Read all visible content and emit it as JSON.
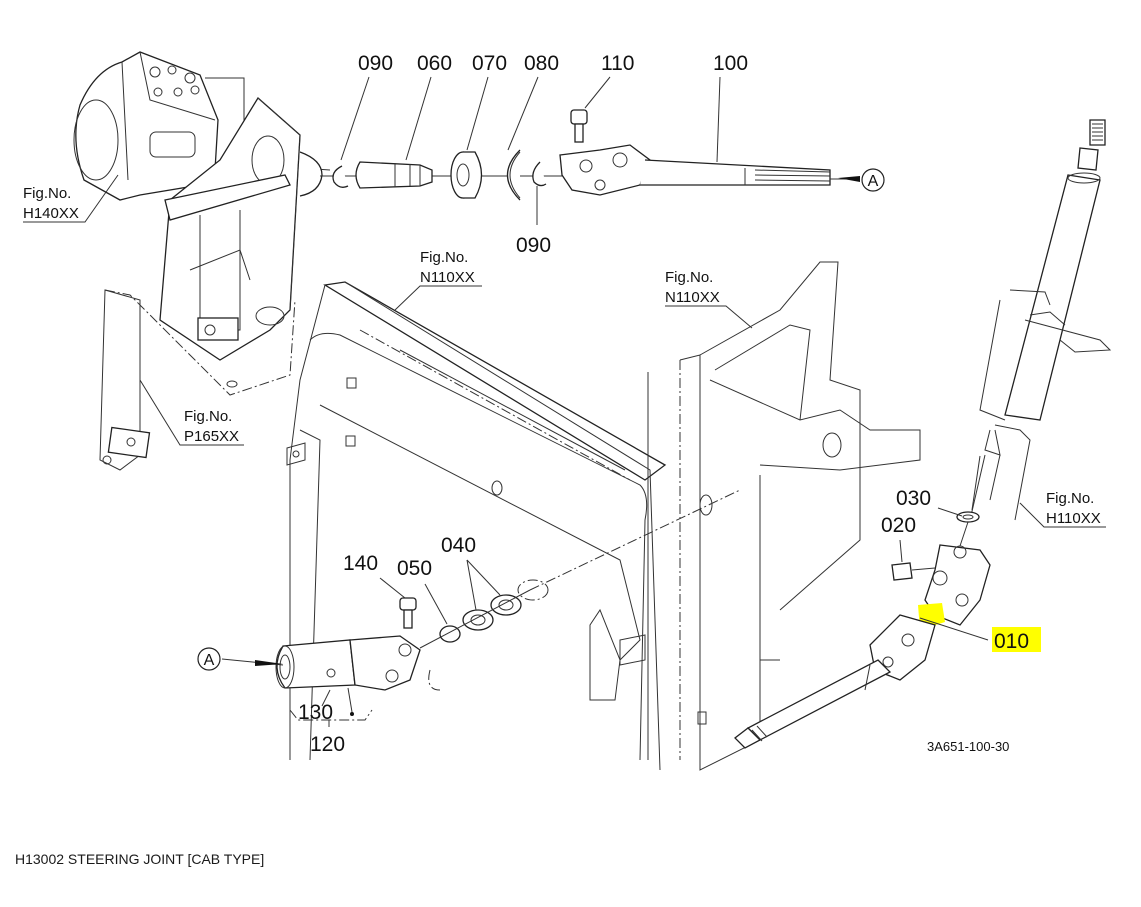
{
  "caption": "H13002 STEERING JOINT [CAB TYPE]",
  "drawing_number": "3A651-100-30",
  "highlight_color": "#ffff00",
  "part_labels": {
    "p090_top": "090",
    "p060": "060",
    "p070": "070",
    "p080": "080",
    "p110": "110",
    "p100": "100",
    "p090_bottom": "090",
    "p140": "140",
    "p050": "050",
    "p040": "040",
    "p130": "130",
    "p120": "120",
    "p030": "030",
    "p020": "020",
    "p010": "010"
  },
  "connector_marks": {
    "top": "A",
    "bottom": "A"
  },
  "figure_refs": [
    {
      "prefix": "Fig.No.",
      "code": "H140XX"
    },
    {
      "prefix": "Fig.No.",
      "code": "N110XX"
    },
    {
      "prefix": "Fig.No.",
      "code": "N110XX"
    },
    {
      "prefix": "Fig.No.",
      "code": "P165XX"
    },
    {
      "prefix": "Fig.No.",
      "code": "H110XX"
    }
  ],
  "selected_part": "010"
}
